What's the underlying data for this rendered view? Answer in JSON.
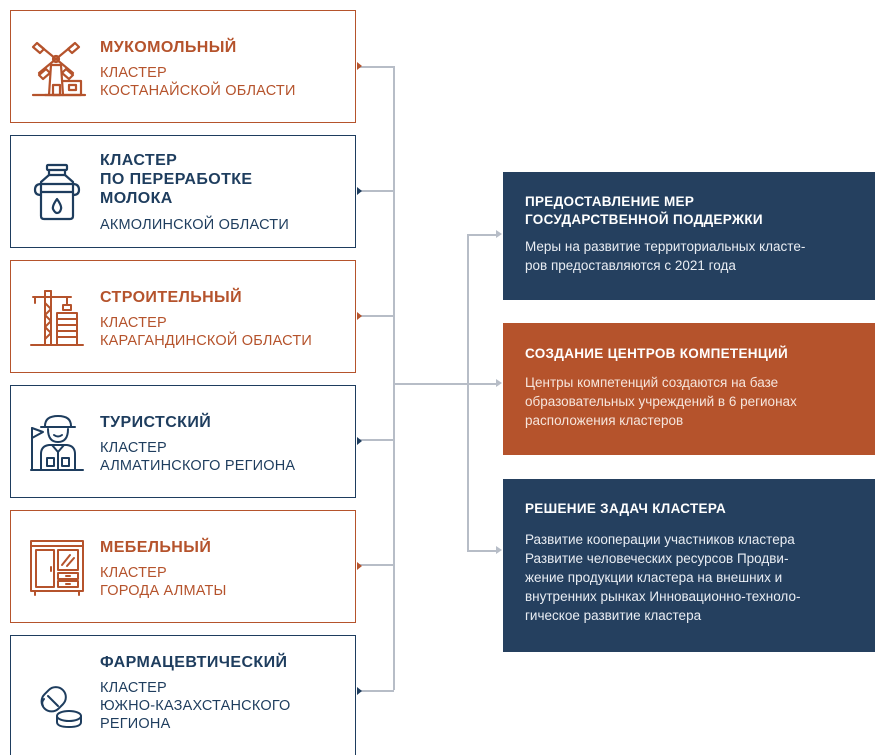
{
  "clusters": [
    {
      "title": "МУКОМОЛЬНЫЙ",
      "subtitle": "КЛАСТЕР\nКОСТАНАЙСКОЙ ОБЛАСТИ",
      "icon": "windmill-icon",
      "color": "#b5532c"
    },
    {
      "title": "КЛАСТЕР\nПО ПЕРЕРАБОТКЕ\nМОЛОКА",
      "subtitle": "АКМОЛИНСКОЙ ОБЛАСТИ",
      "icon": "milk-can-icon",
      "color": "#1e3d5e"
    },
    {
      "title": "СТРОИТЕЛЬНЫЙ",
      "subtitle": "КЛАСТЕР\nКАРАГАНДИНСКОЙ ОБЛАСТИ",
      "icon": "construction-crane-icon",
      "color": "#b5532c"
    },
    {
      "title": "ТУРИСТСКИЙ",
      "subtitle": "КЛАСТЕР\nАЛМАТИНСКОГО РЕГИОНА",
      "icon": "tour-guide-icon",
      "color": "#1e3d5e"
    },
    {
      "title": "МЕБЕЛЬНЫЙ",
      "subtitle": "КЛАСТЕР\nГОРОДА АЛМАТЫ",
      "icon": "wardrobe-icon",
      "color": "#b5532c"
    },
    {
      "title": "ФАРМАЦЕВТИЧЕСКИЙ",
      "subtitle": "КЛАСТЕР\nЮЖНО-КАЗАХСТАНСКОГО\nРЕГИОНА",
      "icon": "pill-icon",
      "color": "#1e3d5e"
    }
  ],
  "measures": [
    {
      "title": "ПРЕДОСТАВЛЕНИЕ МЕР\nГОСУДАРСТВЕННОЙ ПОДДЕРЖКИ",
      "text": "Меры на развитие территориальных класте-\nров предоставляются с 2021 года",
      "color": "#25405f"
    },
    {
      "title": "СОЗДАНИЕ ЦЕНТРОВ КОМПЕТЕНЦИЙ",
      "text": "Центры компетенций создаются на базе\nобразовательных учреждений в 6 регионах\nрасположения кластеров",
      "color": "#b5532c"
    },
    {
      "title": "РЕШЕНИЕ ЗАДАЧ КЛАСТЕРА",
      "text": "Развитие кооперации участников кластера\nРазвитие человеческих ресурсов Продви-\nжение продукции кластера на внешних и\nвнутренних рынках Инновационно-техноло-\nгическое развитие кластера",
      "color": "#25405f"
    }
  ]
}
